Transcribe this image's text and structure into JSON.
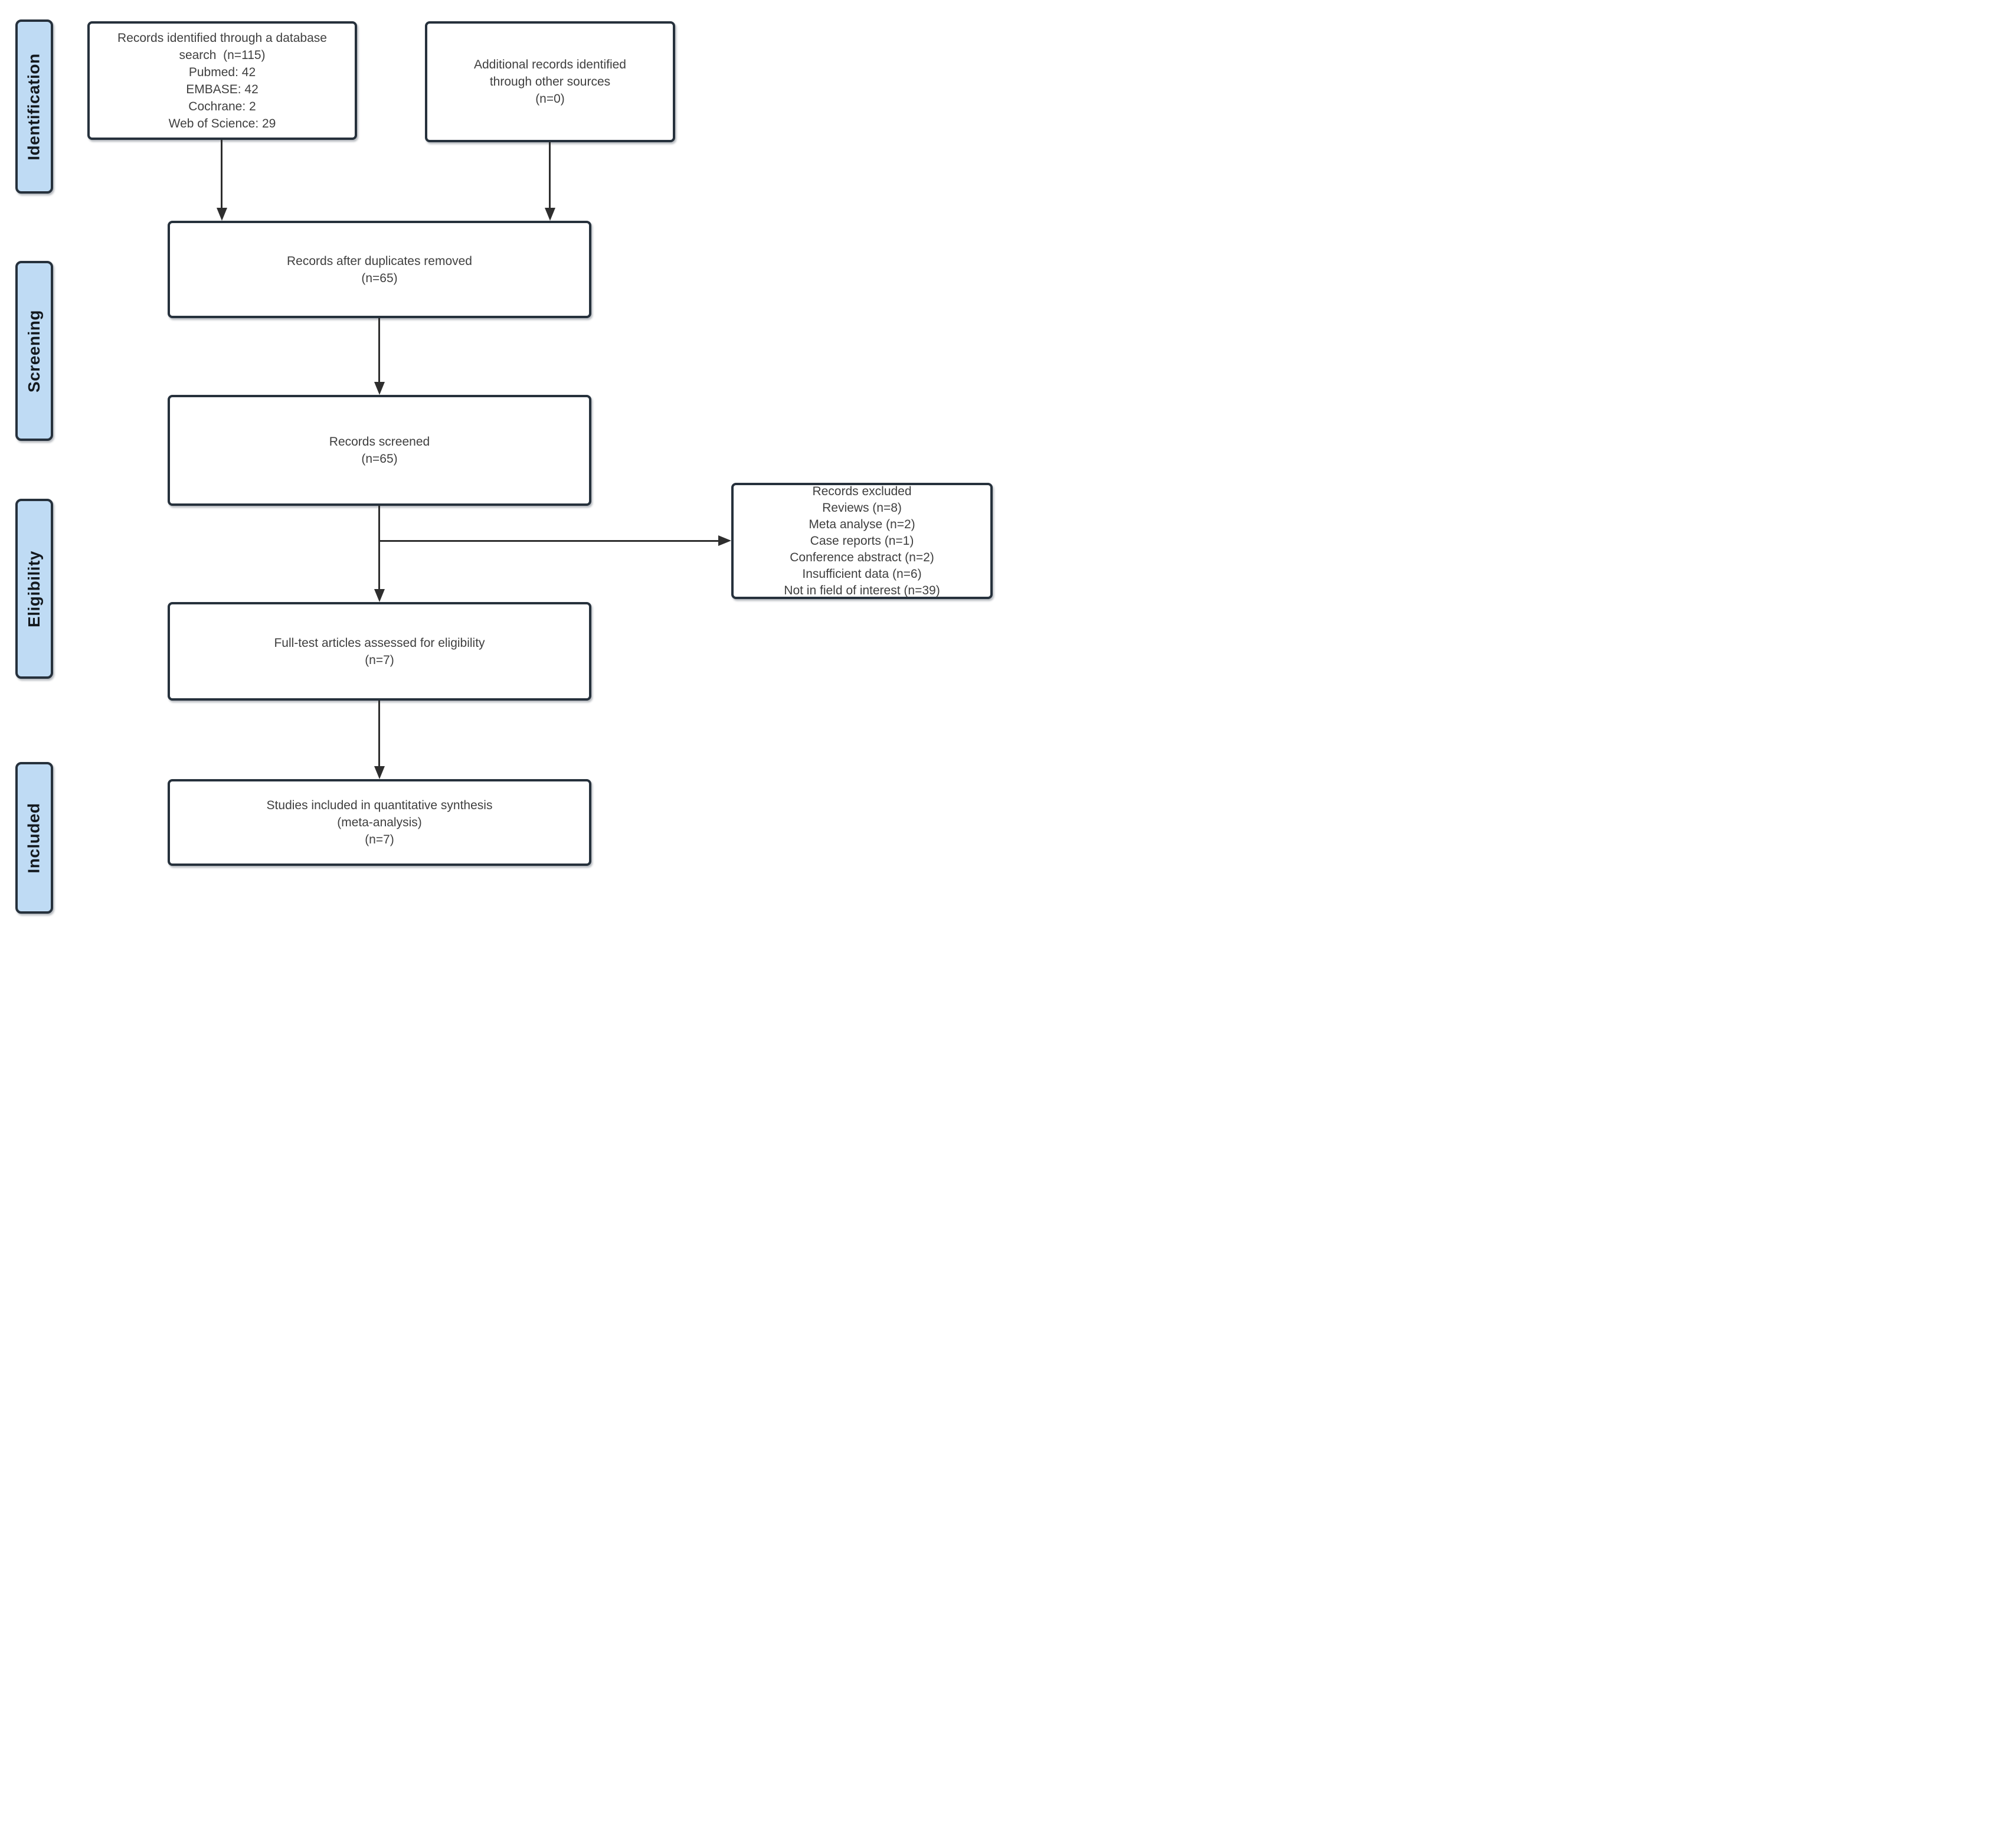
{
  "diagram_type": "PRISMA flow diagram",
  "stages": {
    "identification": "Identification",
    "screening": "Screening",
    "eligibility": "Eligibility",
    "included": "Included"
  },
  "boxes": {
    "database_search": {
      "lines": [
        "Records identified through a database",
        "search  (n=115)",
        "Pubmed: 42",
        "EMBASE: 42",
        "Cochrane: 2",
        "Web of Science: 29"
      ]
    },
    "other_sources": {
      "lines": [
        "Additional records identified",
        "through other sources",
        "(n=0)"
      ]
    },
    "after_duplicates": {
      "lines": [
        "Records after duplicates removed",
        "(n=65)"
      ]
    },
    "screened": {
      "lines": [
        "Records screened",
        "(n=65)"
      ]
    },
    "excluded": {
      "lines": [
        "Records excluded",
        "Reviews (n=8)",
        "Meta analyse (n=2)",
        "Case reports (n=1)",
        "Conference abstract (n=2)",
        "Insufficient data (n=6)",
        "Not in field of interest (n=39)"
      ]
    },
    "full_text": {
      "lines": [
        "Full-test articles assessed for eligibility",
        "(n=7)"
      ]
    },
    "quantitative": {
      "lines": [
        "Studies included in quantitative synthesis",
        "(meta-analysis)",
        "(n=7)"
      ]
    }
  },
  "connections": [
    {
      "from": "database_search",
      "to": "after_duplicates"
    },
    {
      "from": "other_sources",
      "to": "after_duplicates"
    },
    {
      "from": "after_duplicates",
      "to": "screened"
    },
    {
      "from": "screened",
      "to": "excluded"
    },
    {
      "from": "screened",
      "to": "full_text"
    },
    {
      "from": "full_text",
      "to": "quantitative"
    }
  ],
  "colors": {
    "stage_fill": "#bfdbf4",
    "box_fill": "#ffffff",
    "border": "#26313c",
    "box_text": "#3f3f3f",
    "stage_text": "#14191e",
    "arrow": "#2e2e2e",
    "background": "#ffffff"
  }
}
